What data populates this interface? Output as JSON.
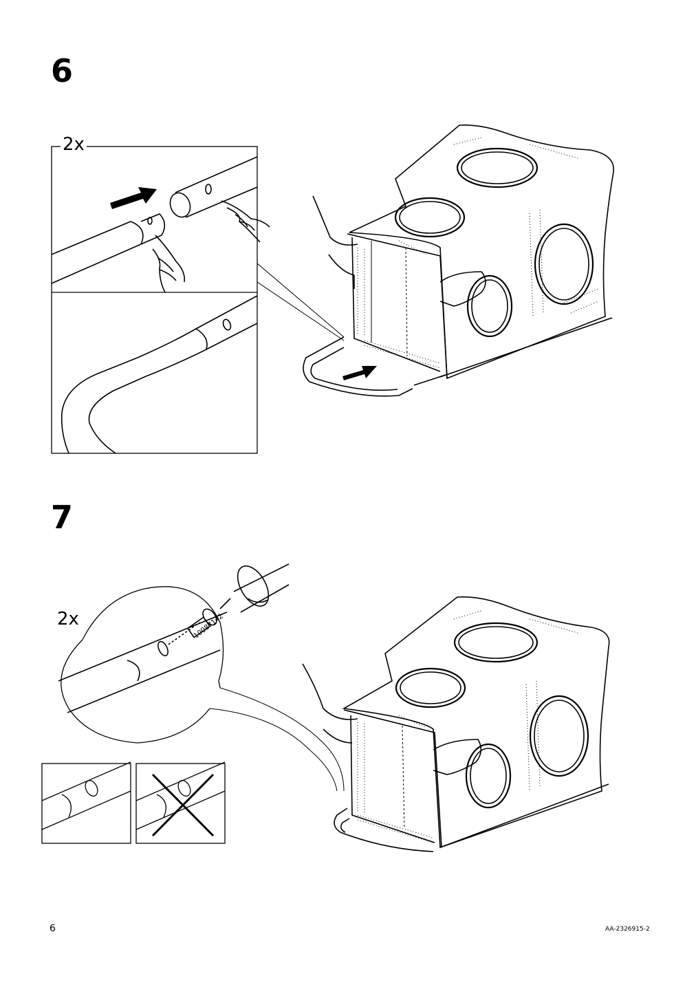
{
  "steps": [
    {
      "number": "6",
      "quantity": "2x"
    },
    {
      "number": "7",
      "quantity": "2x",
      "part_number": "10087142"
    }
  ],
  "footer": {
    "page_number": "6",
    "doc_code": "AA-2326915-2"
  }
}
